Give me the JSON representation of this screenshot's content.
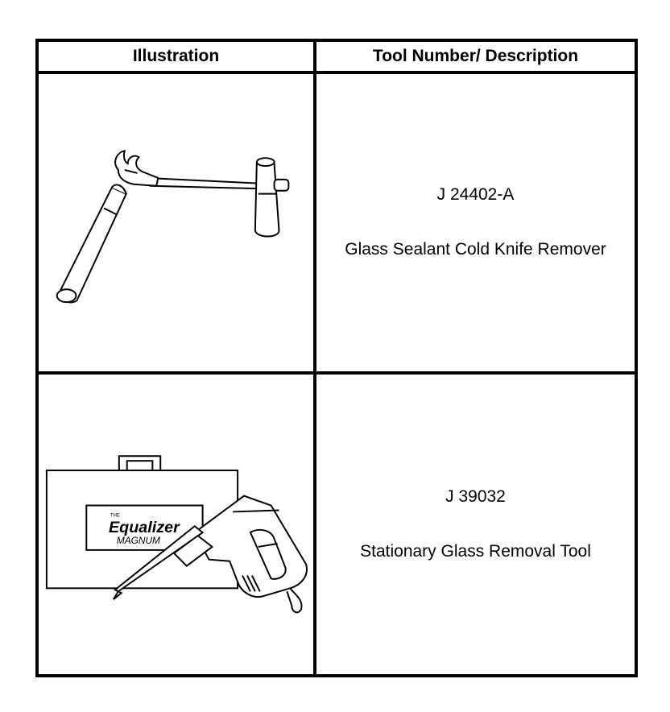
{
  "table": {
    "headers": {
      "illustration": "Illustration",
      "tool_description": "Tool Number/ Description"
    },
    "rows": [
      {
        "tool_number": "J 24402-A",
        "description": "Glass Sealant Cold Knife Remover",
        "icon": "cold-knife-icon"
      },
      {
        "tool_number": "J 39032",
        "description": "Stationary Glass Removal Tool",
        "icon": "glass-removal-tool-icon",
        "case_label": {
          "the": "THE",
          "brand": "Equalizer",
          "model": "MAGNUM"
        }
      }
    ]
  }
}
